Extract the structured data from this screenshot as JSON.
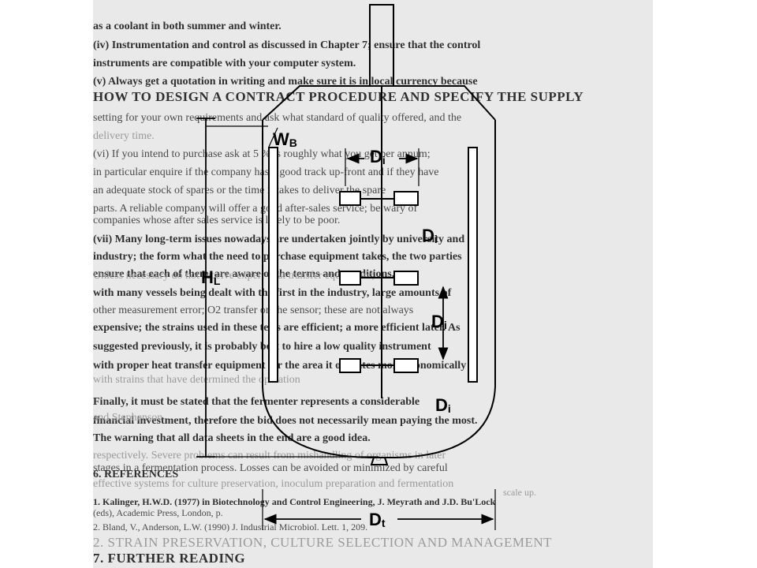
{
  "background_text": [
    "as a coolant in both summer and winter.",
    "(iv)  Instrumentation and control as discussed in Chapter 7; ensure that the control",
    "instruments are compatible with your computer system.",
    "(v)   Always get a quotation in writing and make sure it is in local currency because",
    "HOW TO DESIGN A CONTRACT PROCEDURE AND SPECIFY THE SUPPLY",
    "setting for your own requirements and ask what standard of quality offered, and the",
    "delivery time.",
    "(vi)  If you intend to purchase ask at 5 % is roughly what you get per annum;",
    "in particular enquire if the company has a good track up-front and if they have",
    "an adequate stock of spares or the time it takes to deliver the spare",
    "parts. A reliable company will offer a good after-sales service; be wary of",
    "companies whose after sales service is likely to be poor.",
    "(vii) Many long-term issues nowadays are undertaken jointly by university and",
    "industry; the form what the need to purchase equipment takes, the two parties",
    "ensure that each of them, are aware of the terms and conditions.",
    "Unless necessary do not receive expert heat transfer equipment;",
    "with many vessels being dealt with the first in the industry, large amounts of",
    "other measurement error; O2 transfer on the sensor; these are not always",
    "expensive; the strains used in these tests are efficient; a more efficient later. As",
    "suggested previously, it is probably best to hire a low quality instrument",
    "with proper heat transfer equipment for the area it operates more economically",
    "with strains that have determined the operation",
    "Finally, it must be stated that the fermenter represents a considerable",
    "financial investment, therefore the bid does not necessarily mean paying the most.",
    "The warning that all data sheets in the end are a good idea.",
    "and Stephenson",
    "respectively. Severe problems can result from mishandling of organisms in later",
    "stages in a fermentation process. Losses can be avoided or minimized by careful",
    "effective systems for culture preservation, inoculum preparation and fermentation",
    "6. REFERENCES",
    "1.  Kalinger, H.W.D. (1977) in Biotechnology and Control Engineering, J. Meyrath and J.D. Bu'Lock",
    "(eds), Academic Press, London, p.",
    "scale up.",
    "2.  Bland, V., Anderson, L.W. (1990) J. Industrial Microbiol. Lett. 1, 209.",
    "2. STRAIN PRESERVATION, CULTURE SELECTION AND MANAGEMENT",
    "7. FURTHER READING"
  ],
  "labels": {
    "wb": {
      "main": "W",
      "sub": "B"
    },
    "hl": {
      "main": "H",
      "sub": "L"
    },
    "di_1": {
      "main": "D",
      "sub": "i"
    },
    "di_2": {
      "main": "D",
      "sub": "i"
    },
    "di_3": {
      "main": "D",
      "sub": "i"
    },
    "di_4": {
      "main": "D",
      "sub": "i"
    },
    "dt": {
      "main": "D",
      "sub": "t"
    }
  },
  "colors": {
    "ink": "#000000",
    "scan": "#e9e9e9",
    "text": "#4a4a4a"
  }
}
